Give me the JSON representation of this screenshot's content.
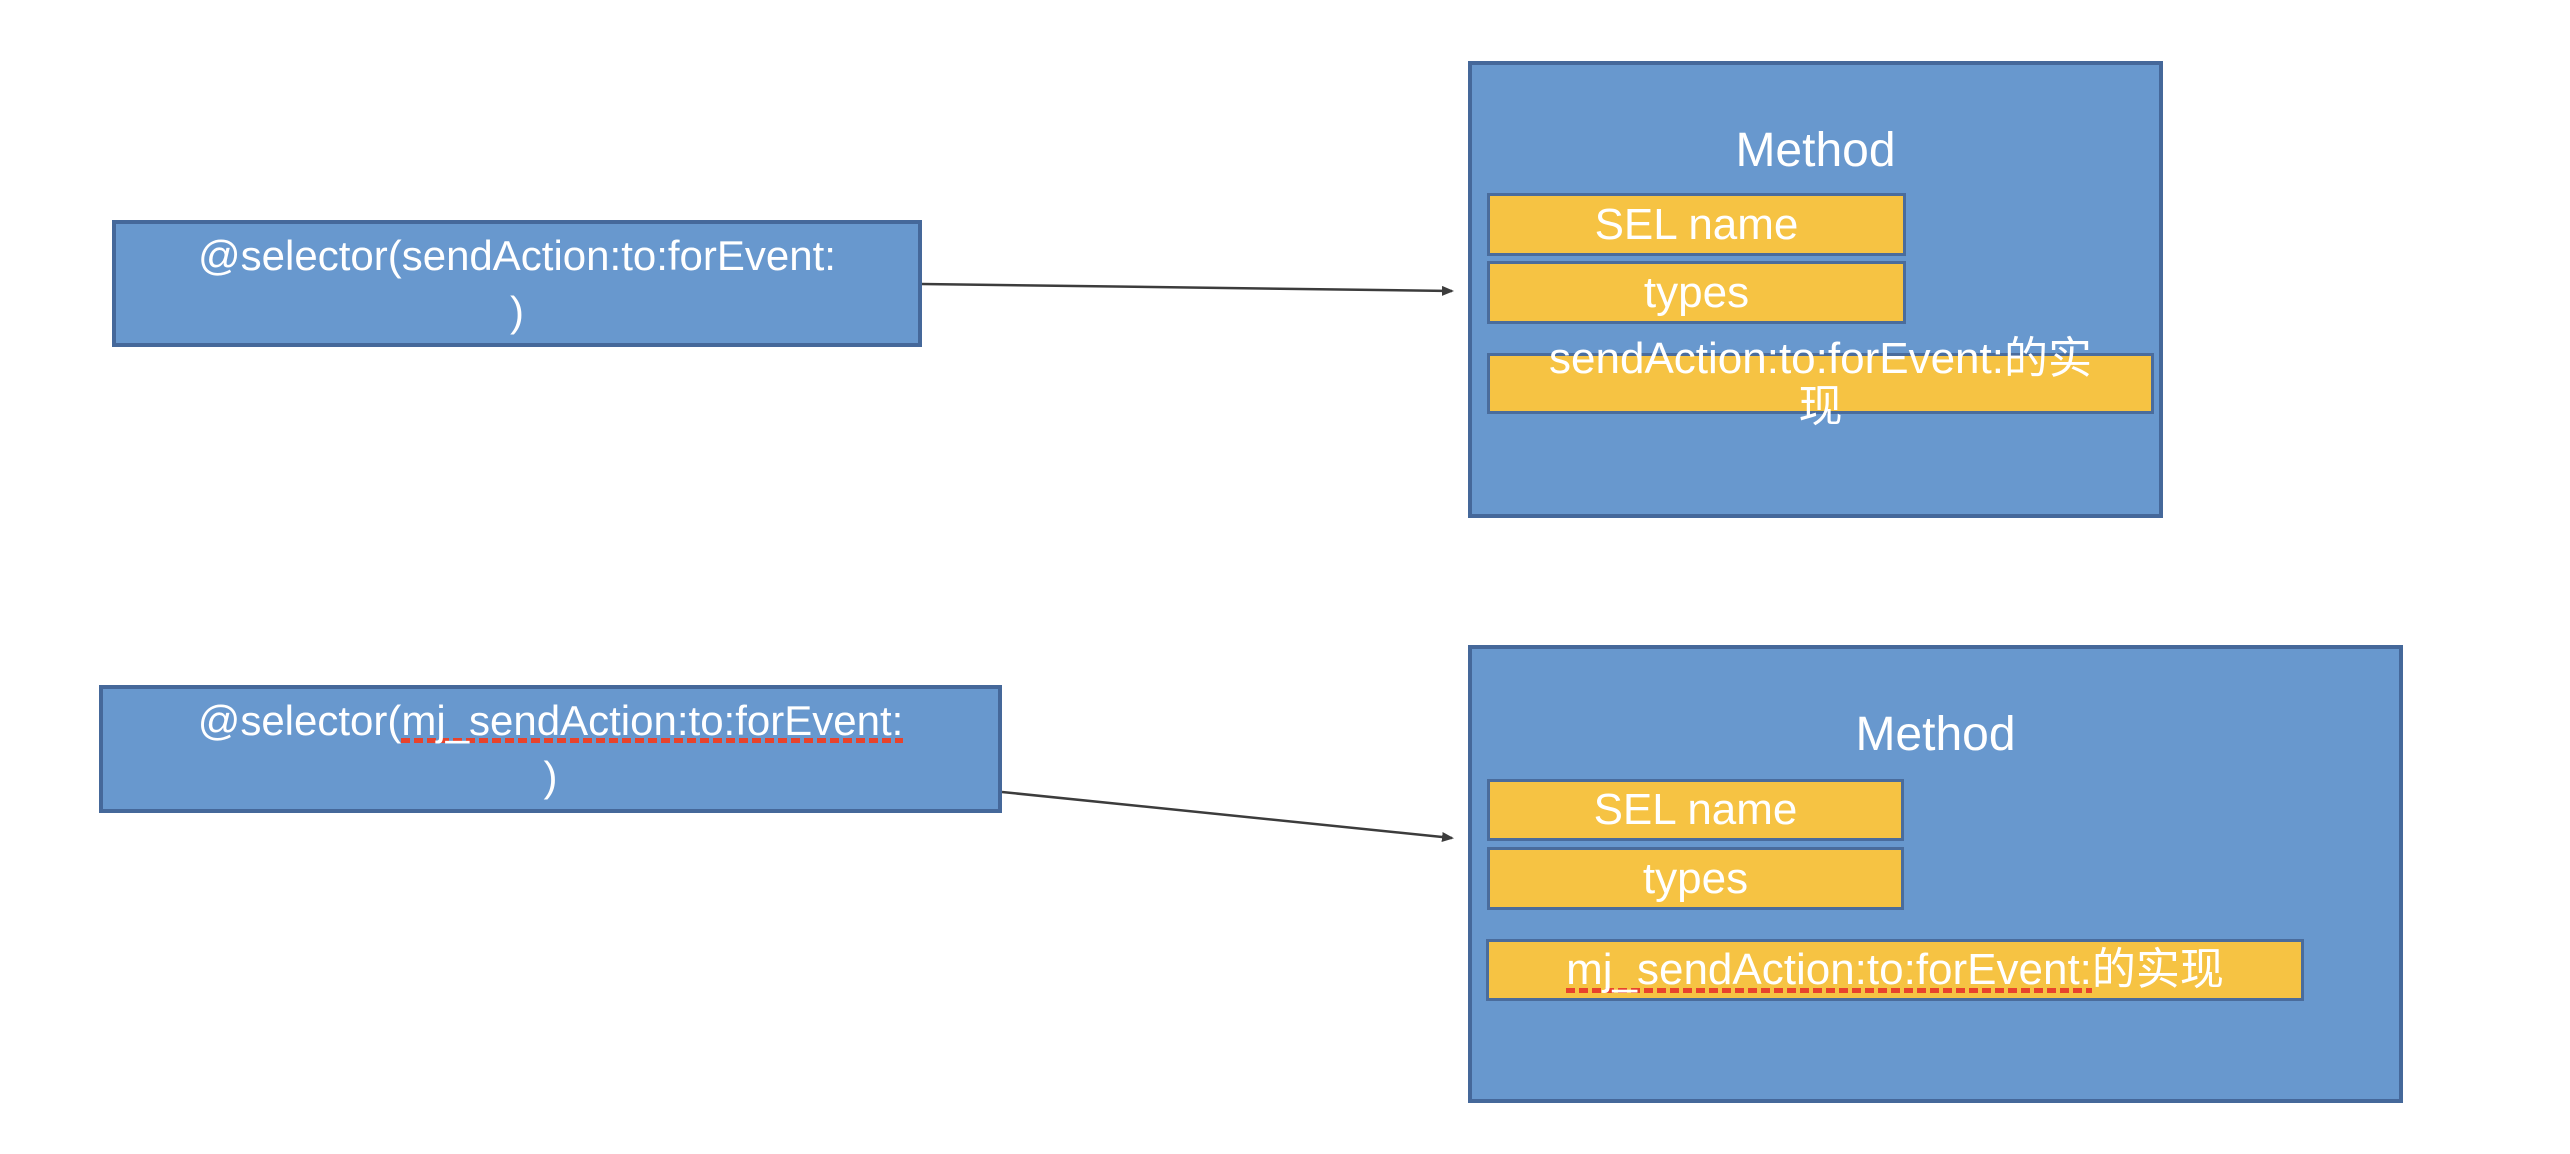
{
  "colors": {
    "box_fill": "#6898ce",
    "box_border": "#45689a",
    "chip_fill": "#f6c343",
    "chip_border": "#4a6c9c",
    "text": "#ffffff",
    "underline": "#e8432c",
    "arrow": "#3c3c3c",
    "bg": "#ffffff"
  },
  "diagram": {
    "selector_top": {
      "line1": "@selector(sendAction:to:forEvent:",
      "line2": ")"
    },
    "selector_bottom": {
      "prefix": "@selector(",
      "underlined": "mj_sendAction:to:forEvent:",
      "line2": ")"
    },
    "method_top": {
      "title": "Method",
      "fields": [
        "SEL name",
        "types"
      ],
      "impl_line1": "sendAction:to:forEvent:的实",
      "impl_line2": "现"
    },
    "method_bottom": {
      "title": "Method",
      "fields": [
        "SEL name",
        "types"
      ],
      "impl_underlined": "mj_sendAction:to:forEvent:",
      "impl_rest": "的实现"
    }
  }
}
